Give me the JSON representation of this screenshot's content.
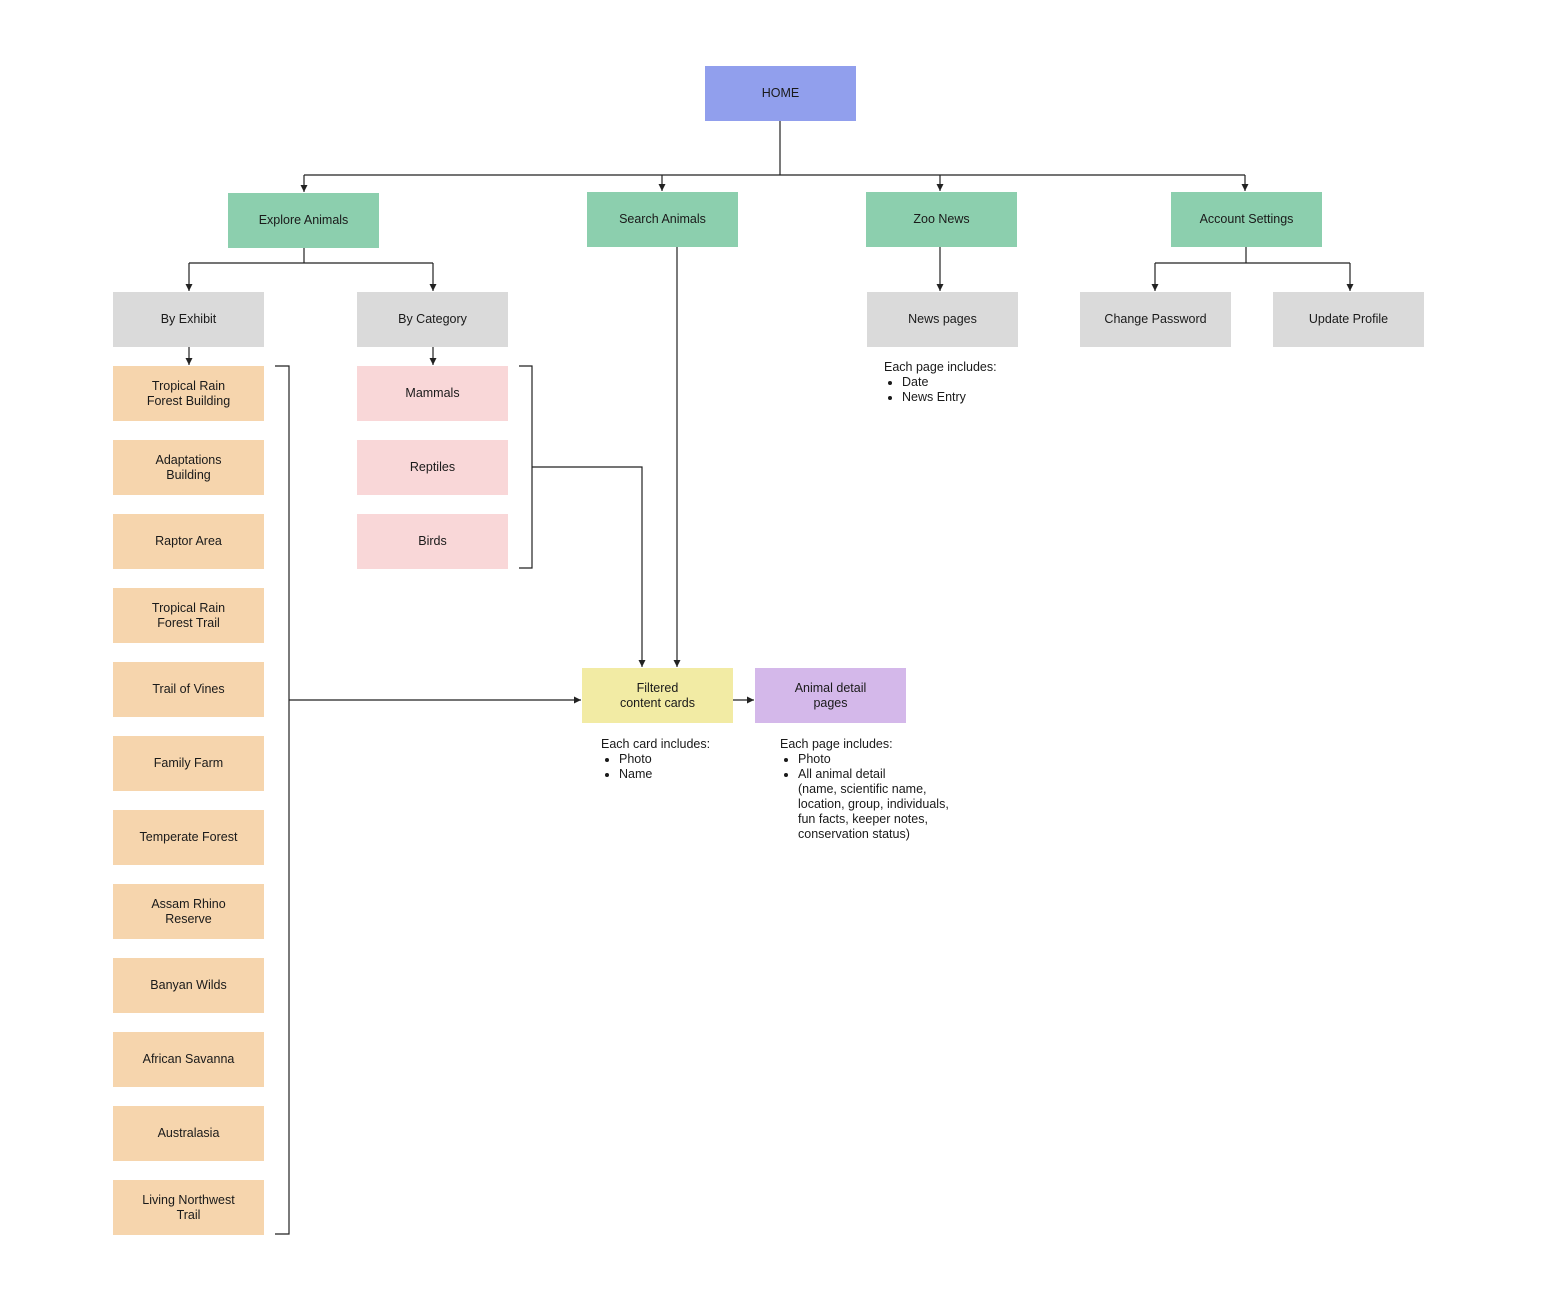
{
  "home": {
    "label": "HOME"
  },
  "main_sections": {
    "explore": "Explore Animals",
    "search": "Search Animals",
    "news": "Zoo News",
    "account": "Account Settings"
  },
  "explore_children": {
    "by_exhibit": "By Exhibit",
    "by_category": "By Category"
  },
  "exhibits": [
    "Tropical Rain\nForest Building",
    "Adaptations\nBuilding",
    "Raptor Area",
    "Tropical Rain\nForest Trail",
    "Trail of Vines",
    "Family Farm",
    "Temperate Forest",
    "Assam Rhino\nReserve",
    "Banyan Wilds",
    "African Savanna",
    "Australasia",
    "Living Northwest\nTrail"
  ],
  "categories": [
    "Mammals",
    "Reptiles",
    "Birds"
  ],
  "news_pages": {
    "label": "News pages",
    "note_title": "Each page includes:",
    "note_items": [
      "Date",
      "News Entry"
    ]
  },
  "account_children": {
    "change_password": "Change Password",
    "update_profile": "Update Profile"
  },
  "filtered_cards": {
    "label": "Filtered\ncontent cards",
    "note_title": "Each card includes:",
    "note_items": [
      "Photo",
      "Name"
    ]
  },
  "detail_pages": {
    "label": "Animal detail\npages",
    "note_title": "Each page includes:",
    "note_items": [
      "Photo",
      "All animal detail\n(name, scientific name,\nlocation, group, individuals,\nfun facts, keeper notes,\nconservation status)"
    ]
  }
}
